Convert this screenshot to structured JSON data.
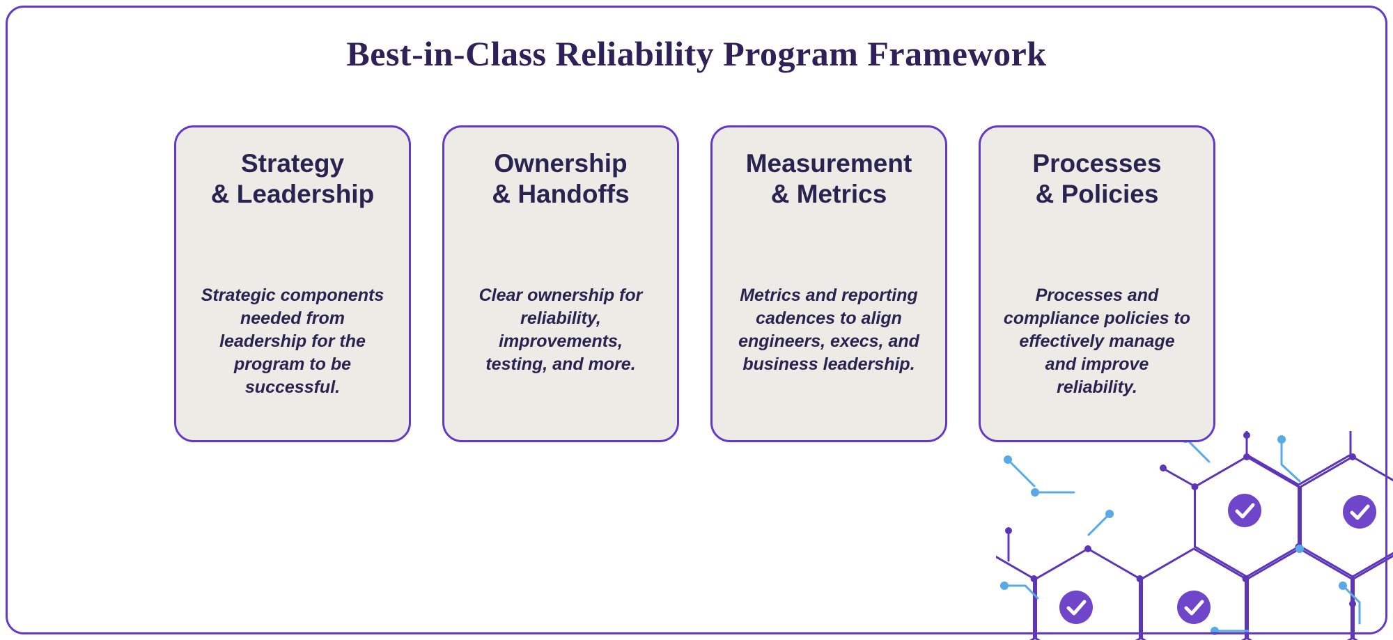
{
  "page": {
    "title": "Best-in-Class Reliability Program Framework"
  },
  "cards": [
    {
      "title": "Strategy\n& Leadership",
      "description": "Strategic components\nneeded from\nleadership for the\nprogram to be\nsuccessful."
    },
    {
      "title": "Ownership\n& Handoffs",
      "description": "Clear ownership for\nreliability,\nimprovements,\ntesting, and more."
    },
    {
      "title": "Measurement\n& Metrics",
      "description": "Metrics and reporting\ncadences to align\nengineers, execs, and\nbusiness leadership."
    },
    {
      "title": "Processes\n& Policies",
      "description": "Processes and\ncompliance policies to\neffectively manage\nand improve\nreliability."
    }
  ],
  "decoration": {
    "type": "hexagon-circuit-pattern",
    "icons": [
      "check-icon"
    ],
    "check_glyph": "✓"
  },
  "colors": {
    "accent": "#6438C8",
    "heading": "#2D2157",
    "ink": "#29234F",
    "card_bg": "#ECEBE5",
    "deco_purple": "#5C35B8",
    "deco_blue": "#57A9E8",
    "check_fill": "#6F46CA"
  }
}
